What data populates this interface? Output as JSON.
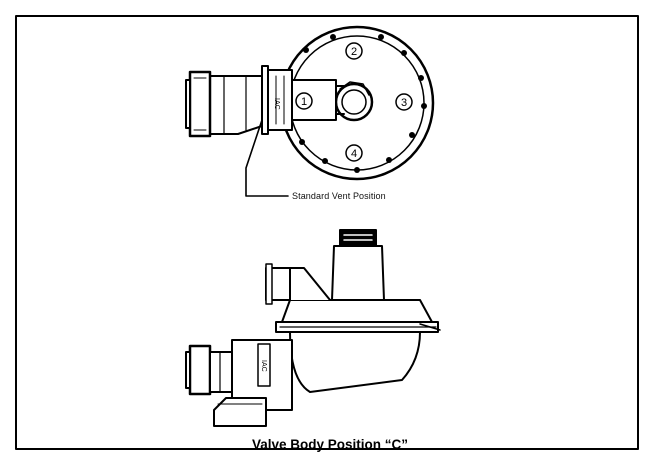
{
  "diagram": {
    "vent_label": "Standard Vent Position",
    "caption": "Valve Body Position “C”",
    "positions": [
      "1",
      "2",
      "3",
      "4"
    ]
  }
}
